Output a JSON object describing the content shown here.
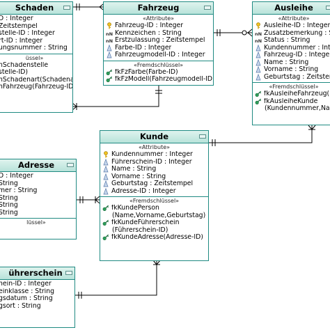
{
  "colors": {
    "border": "#1f8a82",
    "header_top": "#dff3ee",
    "header_bottom": "#b8e3da",
    "line": "#000000"
  },
  "entities": {
    "schaden": {
      "title": "Schaden",
      "attr_title": "",
      "attributes": [
        {
          "icon": "none",
          "text": "D : Integer"
        },
        {
          "icon": "none",
          "text": "Zeitstempel"
        },
        {
          "icon": "none",
          "text": "stelle-ID : Integer"
        },
        {
          "icon": "none",
          "text": "rt-ID : Integer"
        },
        {
          "icon": "none",
          "text": "ungsnummer : String"
        }
      ],
      "fk_title": "üssel»",
      "foreign_keys": [
        {
          "icon": "none",
          "text": "nSchadenstelle"
        },
        {
          "icon": "none",
          "text": "stelle-ID)"
        },
        {
          "icon": "none",
          "text": "nSchadenart(Schadenart-"
        },
        {
          "icon": "none",
          "text": ""
        },
        {
          "icon": "none",
          "text": "nFahrzeug(Fahrzeug-ID)"
        }
      ]
    },
    "fahrzeug": {
      "title": "Fahrzeug",
      "attr_title": "«Attribute»",
      "attributes": [
        {
          "icon": "key-icon",
          "text": "Fahrzeug-ID : Integer"
        },
        {
          "icon": "nn-icon",
          "text": "Kennzeichen : String"
        },
        {
          "icon": "nn-icon",
          "text": "Erstzulassung : Zeitstempel"
        },
        {
          "icon": "fk-column-icon",
          "text": "Farbe-ID : Integer"
        },
        {
          "icon": "fk-column-icon",
          "text": "Fahrzeugmodell-ID : Integer"
        }
      ],
      "fk_title": "«Fremdschlüssel»",
      "foreign_keys": [
        {
          "icon": "fk-icon",
          "text": "fkFzFarbe(Farbe-ID)"
        },
        {
          "icon": "fk-icon",
          "text": "fkFzModell(Fahrzeugmodell-ID)"
        }
      ]
    },
    "ausleihe": {
      "title": "Ausleihe",
      "attr_title": "«Attribute»",
      "attributes": [
        {
          "icon": "key-icon",
          "text": "Ausleihe-ID : Integer"
        },
        {
          "icon": "nn-icon",
          "text": "Zusatzbemerkung : String"
        },
        {
          "icon": "nn-icon",
          "text": "Status : String"
        },
        {
          "icon": "fk-column-icon",
          "text": "Kundennummer : Integer"
        },
        {
          "icon": "fk-column-icon",
          "text": "Fahrzeug-ID : Integer"
        },
        {
          "icon": "fk-column-icon",
          "text": "Name : String"
        },
        {
          "icon": "fk-column-icon",
          "text": "Vorname : String"
        },
        {
          "icon": "fk-column-icon",
          "text": "Geburtstag : Zeitstempel"
        }
      ],
      "fk_title": "«Fremdschlüssel»",
      "foreign_keys": [
        {
          "icon": "fk-icon",
          "text": "fkAusleiheFahrzeug(Fahrzeug-ID)"
        },
        {
          "icon": "fk-icon",
          "text": "fkAusleiheKunde"
        },
        {
          "icon": "wrap",
          "text": "(Kundennummer,Name,Vorname,Geburtstag)"
        }
      ]
    },
    "kunde": {
      "title": "Kunde",
      "attr_title": "«Attribute»",
      "attributes": [
        {
          "icon": "key-icon",
          "text": "Kundennummer : Integer"
        },
        {
          "icon": "fk-column-icon",
          "text": "Führerschein-ID : Integer"
        },
        {
          "icon": "fk-column-icon",
          "text": "Name : String"
        },
        {
          "icon": "fk-column-icon",
          "text": "Vorname : String"
        },
        {
          "icon": "fk-column-icon",
          "text": "Geburtstag : Zeitstempel"
        },
        {
          "icon": "fk-column-icon",
          "text": "Adresse-ID : Integer"
        }
      ],
      "fk_title": "«Fremdschlüssel»",
      "foreign_keys": [
        {
          "icon": "fk-icon",
          "text": "fkKundePerson"
        },
        {
          "icon": "wrap",
          "text": "(Name,Vorname,Geburtstag)"
        },
        {
          "icon": "fk-icon",
          "text": "fkKundeFührerschein"
        },
        {
          "icon": "wrap",
          "text": "(Führerschein-ID)"
        },
        {
          "icon": "fk-icon",
          "text": "fkKundeAdresse(Adresse-ID)"
        }
      ]
    },
    "adresse": {
      "title": "Adresse",
      "attr_title": "",
      "attributes": [
        {
          "icon": "none",
          "text": "D : Integer"
        },
        {
          "icon": "none",
          "text": "String"
        },
        {
          "icon": "none",
          "text": "mer : String"
        },
        {
          "icon": "none",
          "text": "String"
        },
        {
          "icon": "none",
          "text": "String"
        },
        {
          "icon": "none",
          "text": "String"
        }
      ],
      "fk_title": "lüssel»",
      "foreign_keys": []
    },
    "fuehrerschein": {
      "title": "ührerschein",
      "attr_title": "",
      "attributes": [
        {
          "icon": "none",
          "text": "hein-ID : Integer"
        },
        {
          "icon": "none",
          "text": "einklasse : String"
        },
        {
          "icon": "none",
          "text": "gsdatum : String"
        },
        {
          "icon": "none",
          "text": "gsort : String"
        }
      ],
      "fk_title": "",
      "foreign_keys": []
    }
  }
}
